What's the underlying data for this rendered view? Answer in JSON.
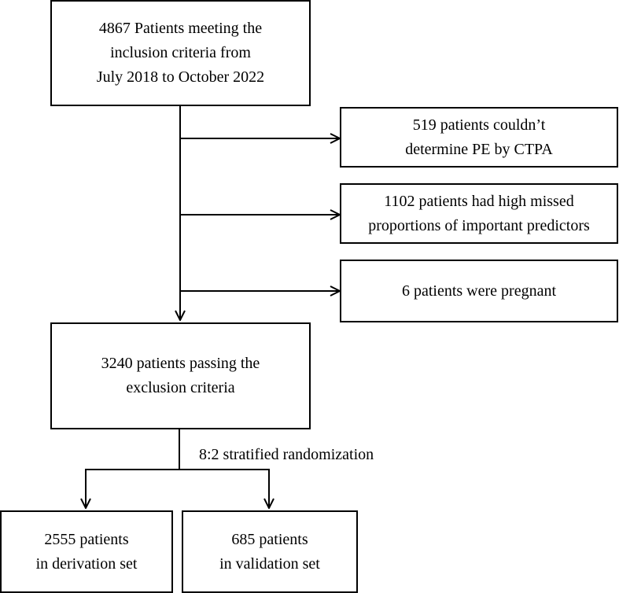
{
  "boxes": {
    "start": {
      "lines": [
        "4867 Patients meeting the",
        "inclusion criteria from",
        "July 2018 to October 2022"
      ]
    },
    "exclusion_1": {
      "lines": [
        "519 patients couldn’t",
        "determine PE by CTPA"
      ]
    },
    "exclusion_2": {
      "lines": [
        "1102 patients had high missed",
        "proportions of important predictors"
      ]
    },
    "exclusion_3": {
      "lines": [
        "6 patients were pregnant"
      ]
    },
    "passed": {
      "lines": [
        "3240 patients passing the",
        "exclusion criteria"
      ]
    },
    "derivation": {
      "lines": [
        "2555 patients",
        "in derivation set"
      ]
    },
    "validation": {
      "lines": [
        "685 patients",
        "in validation set"
      ]
    }
  },
  "split_label": "8:2 stratified randomization",
  "colors": {
    "line": "#000000",
    "box_border": "#000000",
    "background": "#ffffff"
  }
}
